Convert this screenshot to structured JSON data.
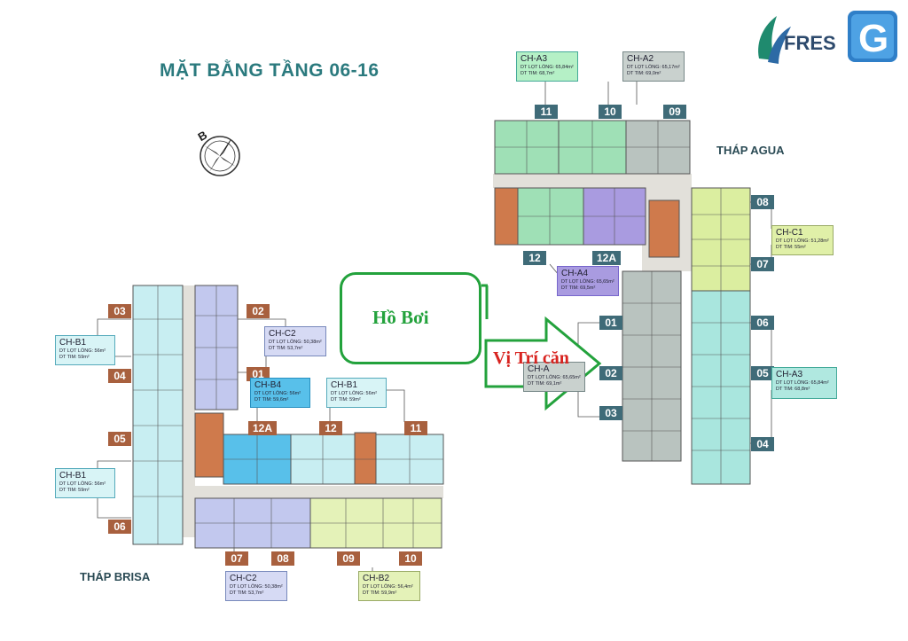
{
  "title": "MẶT BẰNG TẦNG 06-16",
  "compass_letter": "B",
  "towers": {
    "agua": "THÁP AGUA",
    "brisa": "THÁP BRISA"
  },
  "logo": {
    "text": "FRES",
    "letter": "G"
  },
  "pool": "Hồ Bơi",
  "location": "Vị Trí căn",
  "unit_numbers": {
    "a11": "11",
    "a10": "10",
    "a09": "09",
    "a12": "12",
    "a12a": "12A",
    "a08": "08",
    "a07": "07",
    "a06": "06",
    "a05": "05",
    "a04": "04",
    "a01": "01",
    "a02": "02",
    "a03": "03",
    "b03": "03",
    "b04": "04",
    "b05": "05",
    "b06": "06",
    "b02": "02",
    "b01": "01",
    "b12a": "12A",
    "b12": "12",
    "b11": "11",
    "b07": "07",
    "b08": "08",
    "b09": "09",
    "b10": "10"
  },
  "cards": {
    "a3_top": {
      "name": "CH-A3",
      "l1": "DT LỌT LÒNG: 65,84m²",
      "l2": "DT TIM: 68,7m²"
    },
    "a2": {
      "name": "CH-A2",
      "l1": "DT LỌT LÒNG: 65,17m²",
      "l2": "DT TIM: 69,0m²"
    },
    "c1": {
      "name": "CH-C1",
      "l1": "DT LỌT LÒNG: 51,28m²",
      "l2": "DT TIM: 55m²"
    },
    "a4": {
      "name": "CH-A4",
      "l1": "DT LỌT LÒNG: 65,65m²",
      "l2": "DT TIM: 69,5m²"
    },
    "a_mid": {
      "name": "CH-A",
      "l1": "DT LỌT LÒNG: 65,65m²",
      "l2": "DT TIM: 69,1m²"
    },
    "a3_right": {
      "name": "CH-A3",
      "l1": "DT LỌT LÒNG: 65,84m²",
      "l2": "DT TIM: 68,8m²"
    },
    "b1_a": {
      "name": "CH-B1",
      "l1": "DT LỌT LÒNG: 56m²",
      "l2": "DT TIM: 59m²"
    },
    "b1_b": {
      "name": "CH-B1",
      "l1": "DT LỌT LÒNG: 56m²",
      "l2": "DT TIM: 59m²"
    },
    "c2_top": {
      "name": "CH-C2",
      "l1": "DT LỌT LÒNG: 50,38m²",
      "l2": "DT TIM: 53,7m²"
    },
    "b4": {
      "name": "CH-B4",
      "l1": "DT LỌT LÒNG: 56m²",
      "l2": "DT TIM: 59,6m²"
    },
    "b1_c": {
      "name": "CH-B1",
      "l1": "DT LỌT LÒNG: 56m²",
      "l2": "DT TIM: 59m²"
    },
    "c2_bottom": {
      "name": "CH-C2",
      "l1": "DT LỌT LÒNG: 50,38m²",
      "l2": "DT TIM: 53,7m²"
    },
    "b2": {
      "name": "CH-B2",
      "l1": "DT LỌT LÒNG: 56,4m²",
      "l2": "DT TIM: 59,9m²"
    }
  },
  "colors": {
    "green_unit": "#9fe0b6",
    "grey_unit": "#b9c3bf",
    "purple_unit": "#a99be0",
    "lime_unit": "#dbeea0",
    "teal_unit": "#a9e6de",
    "blue_unit": "#58c0ea",
    "lavender_unit": "#c2c8ee",
    "cyan_unit": "#c8eef2",
    "yellow_unit": "#e4f2b8",
    "stair": "#cf7a4c",
    "pool_outline": "#23a23c",
    "location_text": "#d8231f"
  }
}
